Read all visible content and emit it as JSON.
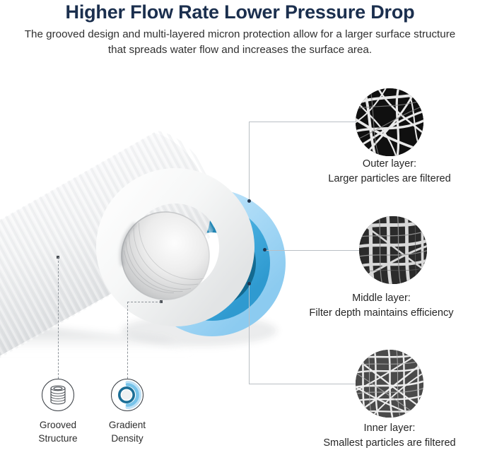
{
  "header": {
    "title": "Higher Flow Rate Lower Pressure Drop",
    "subtitle": "The grooved design and multi-layered micron protection allow for a larger surface structure that spreads water flow and increases the surface area."
  },
  "layers": [
    {
      "id": "outer",
      "icon": "sem-outer-layer-icon",
      "title": "Outer layer:",
      "description": "Larger particles are filtered"
    },
    {
      "id": "middle",
      "icon": "sem-middle-layer-icon",
      "title": "Middle layer:",
      "description": "Filter depth maintains efficiency"
    },
    {
      "id": "inner",
      "icon": "sem-inner-layer-icon",
      "title": "Inner layer:",
      "description": "Smallest particles are filtered"
    }
  ],
  "features": [
    {
      "id": "grooved",
      "icon": "grooved-cylinder-icon",
      "line1": "Grooved",
      "line2": "Structure"
    },
    {
      "id": "gradient",
      "icon": "gradient-rings-icon",
      "line1": "Gradient",
      "line2": "Density"
    }
  ],
  "diagram": {
    "name": "water-filter-cartridge-cutaway",
    "ring_colors": {
      "outer": "#aedcf7",
      "middle": "#4ab0e0",
      "inner": "#1b7fae",
      "body": "#f2f3f4",
      "bore": "#d9dadb"
    }
  },
  "colors": {
    "title": "#1b2f4e",
    "body_text": "#303030",
    "leader_line": "#b9bfc4",
    "dash_line": "#8d9399",
    "accent_blue": "#1b7fae"
  }
}
